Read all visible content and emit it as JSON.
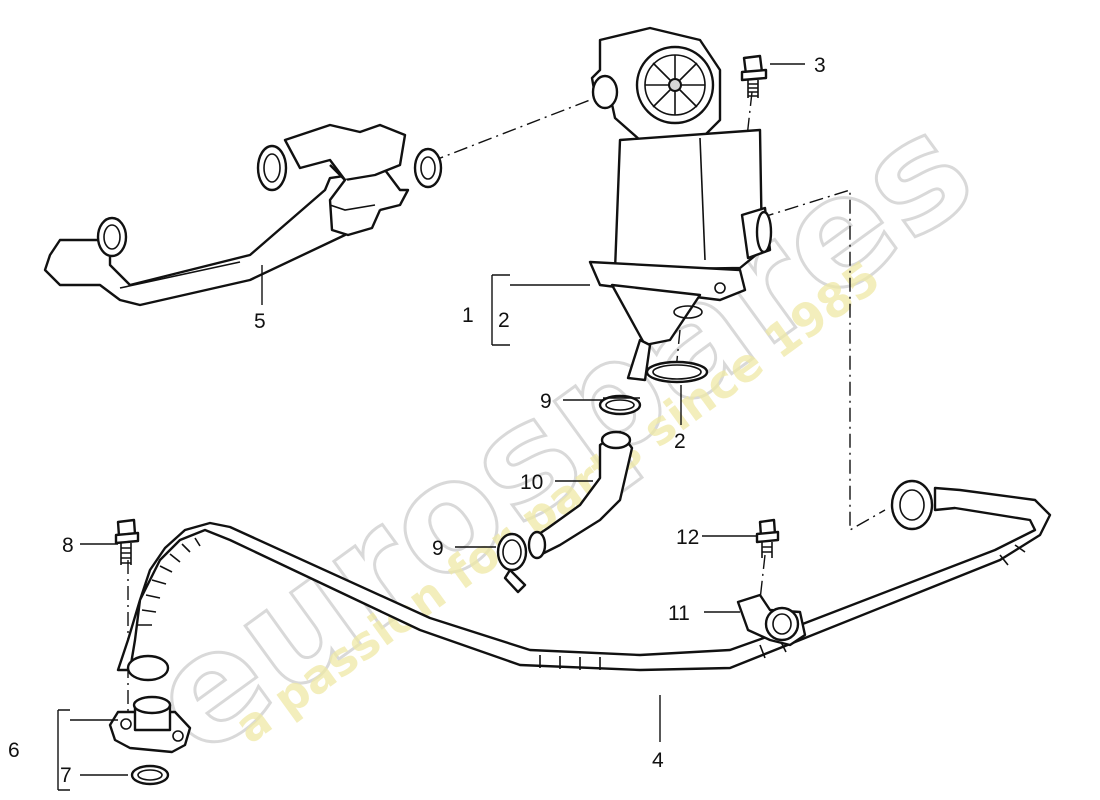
{
  "watermark": {
    "brand": "eurospares",
    "tagline": "a passion for parts since 1985"
  },
  "callouts": {
    "c1": "1",
    "c2a": "2",
    "c2b": "2",
    "c3": "3",
    "c4": "4",
    "c5": "5",
    "c6": "6",
    "c7": "7",
    "c8": "8",
    "c9a": "9",
    "c9b": "9",
    "c10": "10",
    "c11": "11",
    "c12": "12"
  },
  "colors": {
    "line": "#111111",
    "watermark_outline": "#d9d9d9",
    "watermark_tagline": "#efe9a6"
  }
}
